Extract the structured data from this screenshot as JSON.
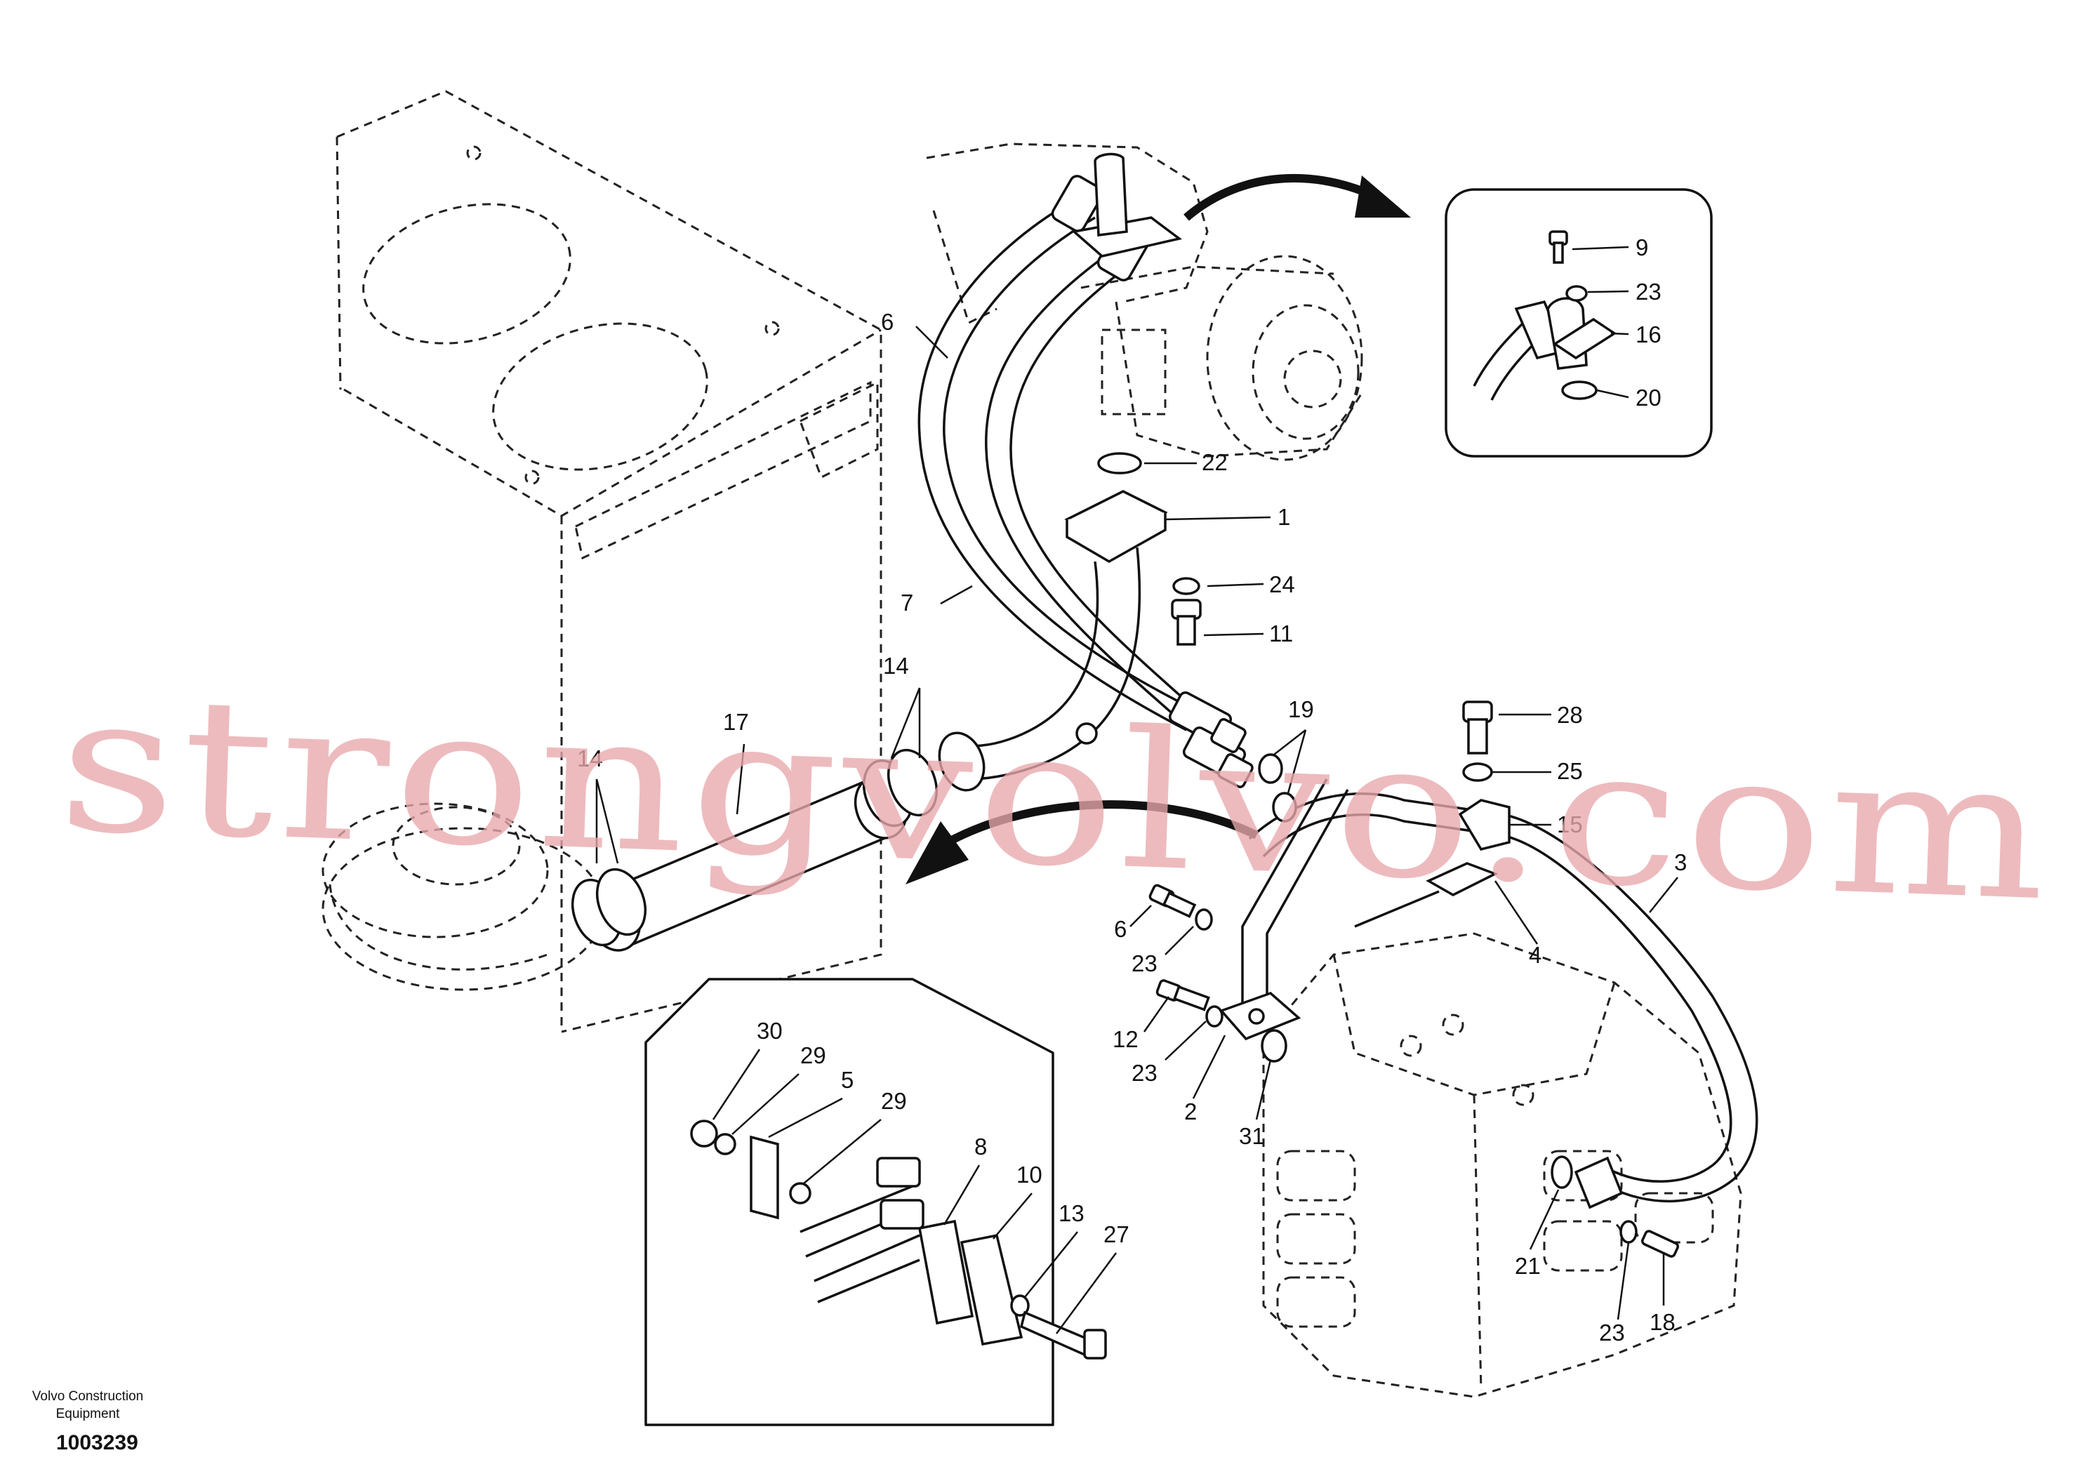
{
  "labels": {
    "n1": "1",
    "n2": "2",
    "n3": "3",
    "n4": "4",
    "n6a": "6",
    "n6b": "6",
    "n7": "7",
    "n9": "9",
    "n11": "11",
    "n12": "12",
    "n14a": "14",
    "n14b": "14",
    "n15": "15",
    "n16": "16",
    "n17": "17",
    "n18": "18",
    "n19": "19",
    "n20": "20",
    "n21": "21",
    "n22": "22",
    "n23a": "23",
    "n23b": "23",
    "n23c": "23",
    "n23d": "23",
    "n24": "24",
    "n25": "25",
    "n28": "28",
    "n31": "31",
    "n30": "30",
    "n29a": "29",
    "n29b": "29",
    "n5": "5",
    "n8": "8",
    "n10": "10",
    "n13": "13",
    "n27": "27"
  },
  "watermark": "strongvolvo.com",
  "footer": {
    "company_line1": "Volvo Construction",
    "company_line2": "Equipment",
    "drawing_number": "1003239"
  }
}
